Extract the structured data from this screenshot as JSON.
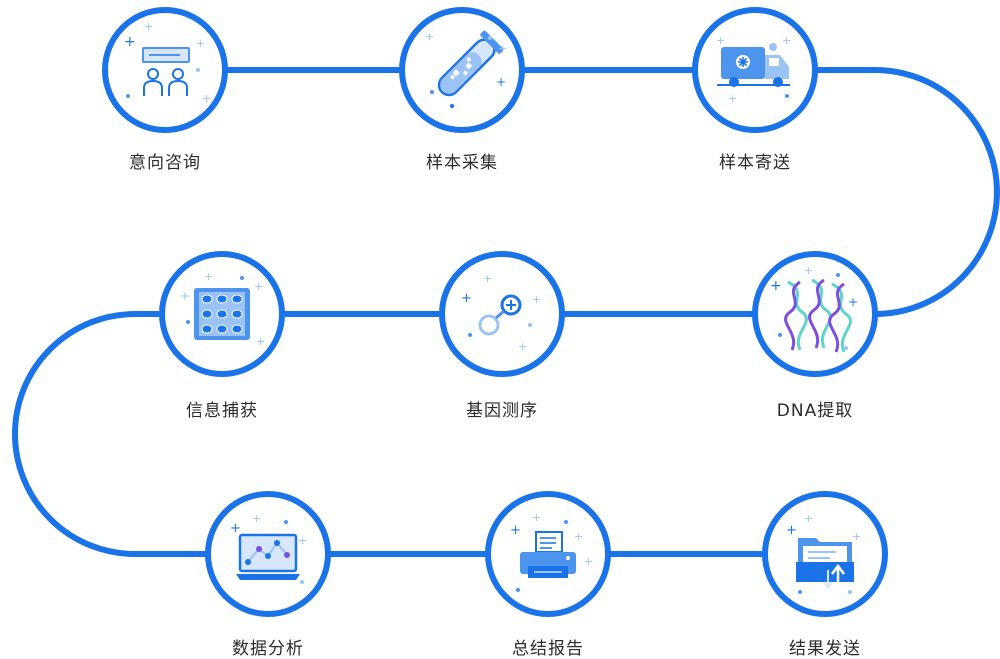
{
  "colors": {
    "accent": "#1a73e8",
    "light": "#9cc3f5",
    "mid": "#4d94ee",
    "purple": "#7b4fe0",
    "teal": "#5cd6c8"
  },
  "steps": [
    {
      "label": "意向咨询",
      "icon": "consultation-icon"
    },
    {
      "label": "样本采集",
      "icon": "test-tube-icon"
    },
    {
      "label": "样本寄送",
      "icon": "delivery-truck-icon"
    },
    {
      "label": "DNA提取",
      "icon": "dna-helix-icon"
    },
    {
      "label": "基因测序",
      "icon": "gene-link-icon"
    },
    {
      "label": "信息捕获",
      "icon": "chip-grid-icon"
    },
    {
      "label": "数据分析",
      "icon": "laptop-chart-icon"
    },
    {
      "label": "总结报告",
      "icon": "printer-icon"
    },
    {
      "label": "结果发送",
      "icon": "folder-send-icon"
    }
  ]
}
